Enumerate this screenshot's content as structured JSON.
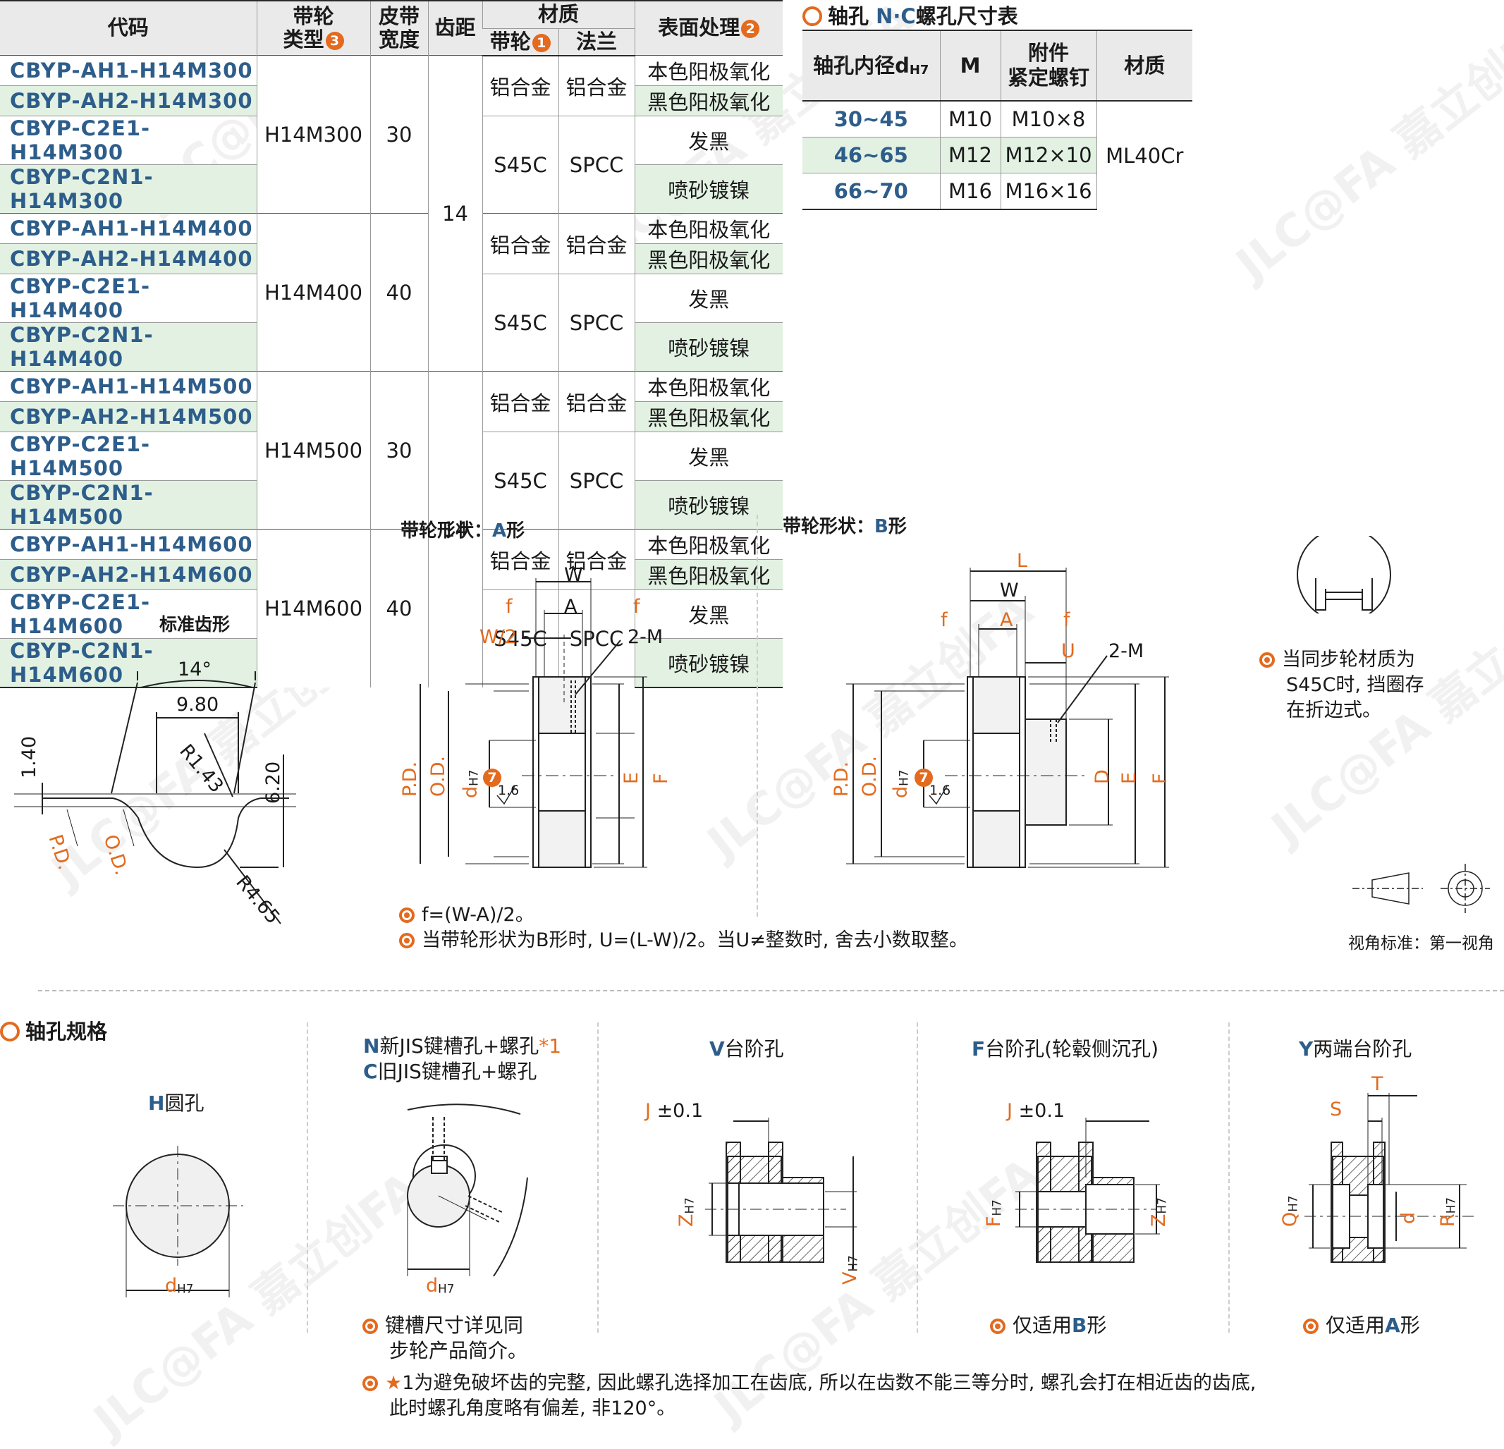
{
  "main_table": {
    "headers": {
      "code": "代码",
      "pulley_type": "带轮\n类型",
      "pulley_type_badge": "3",
      "belt_width": "皮带\n宽度",
      "pitch": "齿距",
      "material": "材质",
      "material_pulley": "带轮",
      "material_pulley_badge": "1",
      "material_flange": "法兰",
      "surface": "表面处理",
      "surface_badge": "2"
    },
    "groups": [
      {
        "type": "H14M300",
        "width": "30",
        "codes": [
          "CBYP-AH1-H14M300",
          "CBYP-AH2-H14M300",
          "CBYP-C2E1-H14M300",
          "CBYP-C2N1-H14M300"
        ]
      },
      {
        "type": "H14M400",
        "width": "40",
        "codes": [
          "CBYP-AH1-H14M400",
          "CBYP-AH2-H14M400",
          "CBYP-C2E1-H14M400",
          "CBYP-C2N1-H14M400"
        ]
      },
      {
        "type": "H14M500",
        "width": "30",
        "codes": [
          "CBYP-AH1-H14M500",
          "CBYP-AH2-H14M500",
          "CBYP-C2E1-H14M500",
          "CBYP-C2N1-H14M500"
        ]
      },
      {
        "type": "H14M600",
        "width": "40",
        "codes": [
          "CBYP-AH1-H14M600",
          "CBYP-AH2-H14M600",
          "CBYP-C2E1-H14M600",
          "CBYP-C2N1-H14M600"
        ]
      }
    ],
    "pitch_values": [
      "14",
      "14"
    ],
    "mat_alu_pulley": "铝合金",
    "mat_alu_flange": "铝合金",
    "mat_steel_pulley": "S45C",
    "mat_steel_flange": "SPCC",
    "surfaces": [
      "本色阳极氧化",
      "黑色阳极氧化",
      "发黑",
      "喷砂镀镍"
    ]
  },
  "shaft_table": {
    "title_prefix": "轴孔 ",
    "title_code": "N·C",
    "title_suffix": "螺孔尺寸表",
    "headers": {
      "d": "轴孔内径d",
      "d_sub": "H7",
      "m": "M",
      "screw": "附件\n紧定螺钉",
      "material": "材质"
    },
    "rows": [
      {
        "d": "30~45",
        "m": "M10",
        "screw": "M10×8"
      },
      {
        "d": "46~65",
        "m": "M12",
        "screw": "M12×10"
      },
      {
        "d": "66~70",
        "m": "M16",
        "screw": "M16×16"
      }
    ],
    "material": "ML40Cr"
  },
  "tooth": {
    "title": "标准齿形",
    "angle": "14°",
    "d980": "9.80",
    "d140": "1.40",
    "r143": "R1.43",
    "d620": "6.20",
    "r465": "R4.65",
    "pd": "P.D.",
    "od": "O.D."
  },
  "shape_a": {
    "title_prefix": "带轮形状：",
    "title_code": "A",
    "title_suffix": "形",
    "w": "W",
    "f1": "f",
    "a": "A",
    "f2": "f",
    "w2": "W/2",
    "m2": "2-M",
    "pd": "P.D.",
    "od": "O.D.",
    "d": "d",
    "d_sub": "H7",
    "badge": "7",
    "rough": "1.6",
    "e": "E",
    "fl": "F"
  },
  "shape_b": {
    "title_prefix": "带轮形状：",
    "title_code": "B",
    "title_suffix": "形",
    "l": "L",
    "w": "W",
    "f1": "f",
    "a": "A",
    "f2": "f",
    "u": "U",
    "m2": "2-M",
    "pd": "P.D.",
    "od": "O.D.",
    "d": "d",
    "d_sub": "H7",
    "badge": "7",
    "rough": "1.6",
    "dd": "D",
    "e": "E",
    "fl": "F"
  },
  "notes_mid": [
    "f=(W-A)/2。",
    "当带轮形状为B形时, U=(L-W)/2。当U≠整数时, 舍去小数取整。"
  ],
  "flange_note": [
    "当同步轮材质为",
    "S45C时, 挡圈存",
    "在折边式。"
  ],
  "view_std": "视角标准：第一视角",
  "bore": {
    "title": "轴孔规格",
    "h_code": "H",
    "h_name": "圆孔",
    "h_dim": "d",
    "h_sub": "H7",
    "n_code": "N",
    "n_name": "新JIS键槽孔+螺孔",
    "n_star": "*1",
    "c_code": "C",
    "c_name": "旧JIS键槽孔+螺孔",
    "nc_dim": "d",
    "nc_sub": "H7",
    "v_code": "V",
    "v_name": "台阶孔",
    "v_j": "J",
    "v_tol": "±0.1",
    "v_z": "Z",
    "v_z_sub": "H7",
    "v_v": "V",
    "v_v_sub": "H7",
    "f_code": "F",
    "f_name": "台阶孔(轮毂侧沉孔)",
    "f_j": "J",
    "f_tol": "±0.1",
    "f_f": "F",
    "f_f_sub": "H7",
    "f_z": "Z",
    "f_z_sub": "H7",
    "y_code": "Y",
    "y_name": "两端台阶孔",
    "y_t": "T",
    "y_s": "S",
    "y_q": "Q",
    "y_q_sub": "H7",
    "y_d": "d",
    "y_r": "R",
    "y_r_sub": "H7",
    "note_nc": [
      "键槽尺寸详见同",
      "步轮产品简介。"
    ],
    "note_f_pre": "仅适用",
    "note_f_code": "B",
    "note_f_suf": "形",
    "note_y_pre": "仅适用",
    "note_y_code": "A",
    "note_y_suf": "形",
    "note_star": "★",
    "note_star_text": "1为避免破坏齿的完整, 因此螺孔选择加工在齿底, 所以在齿数不能三等分时, 螺孔会打在相近齿的齿底,",
    "note_star_text2": "此时螺孔角度略有偏差, 非120°。"
  },
  "watermark": "JLC@FA 嘉立创FA"
}
